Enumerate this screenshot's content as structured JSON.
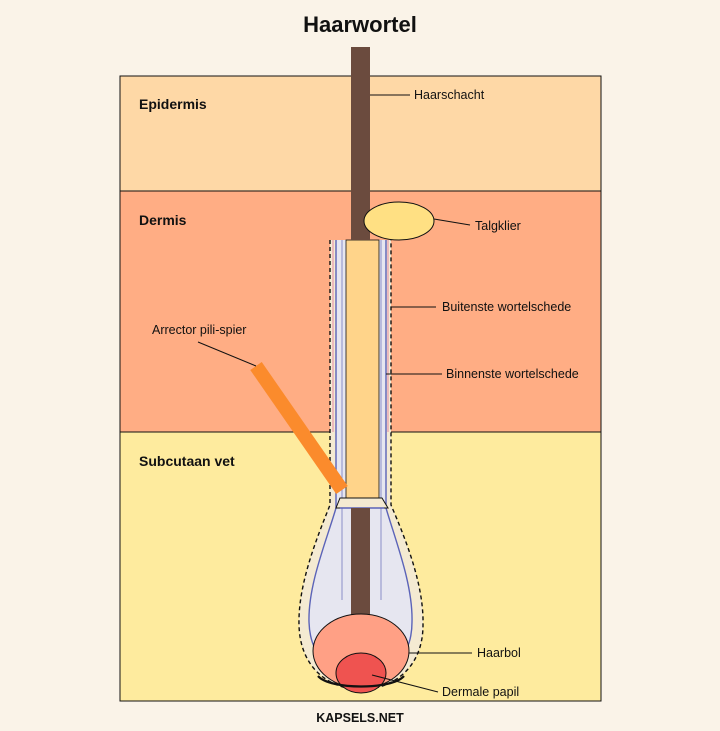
{
  "title": "Haarwortel",
  "layers": {
    "epidermis": "Epidermis",
    "dermis": "Dermis",
    "subcutis": "Subcutaan vet"
  },
  "labels": {
    "shaft": "Haarschacht",
    "sebaceous_gland": "Talgklier",
    "outer_root_sheath": "Buitenste wortelschede",
    "inner_root_sheath": "Binnenste wortelschede",
    "arrector_pili": "Arrector pili-spier",
    "bulb": "Haarbol",
    "papilla": "Dermale papil"
  },
  "brand": "KAPSELS.NET",
  "colors": {
    "background": "#faf3e8",
    "epidermis": "#fed8a6",
    "dermis": "#ffad84",
    "subcutis": "#feeb9e",
    "hair_shaft": "#6b4b3e",
    "root_sheath": "#ffd48a",
    "sebaceous_gland": "#ffe083",
    "arrector_pili": "#fb8b2c",
    "bulb": "#ffa085",
    "papilla": "#ef5350",
    "inner_sheath_line": "#5b63b8",
    "outer_sheath_line": "#111111"
  }
}
